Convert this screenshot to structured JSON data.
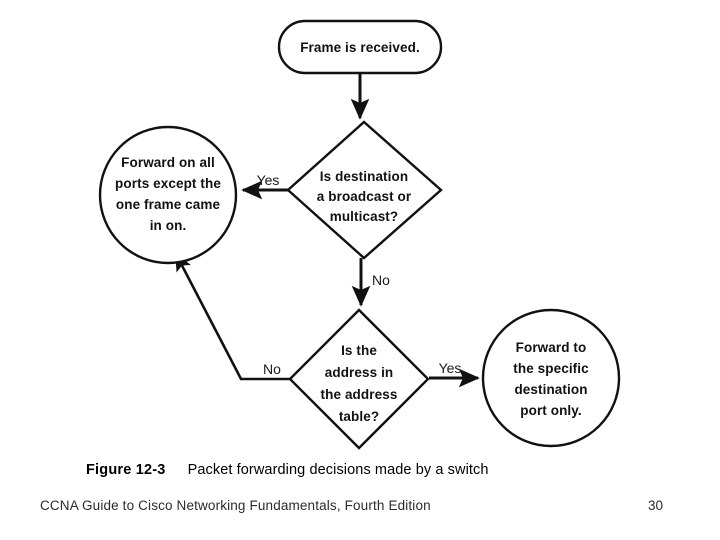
{
  "slide": {
    "background_color": "#ffffff",
    "ink_color": "#111111"
  },
  "figure": {
    "caption_label": "Figure 12-3",
    "caption_text": "Packet forwarding decisions made by a switch",
    "nodes": {
      "start": {
        "shape": "rounded-rectangle",
        "lines": [
          "Frame is received."
        ]
      },
      "decision_broadcast": {
        "shape": "diamond",
        "lines": [
          "Is destination",
          "a broadcast or",
          "multicast?"
        ]
      },
      "decision_address_table": {
        "shape": "diamond",
        "lines": [
          "Is the",
          "address in",
          "the address",
          "table?"
        ]
      },
      "action_flood": {
        "shape": "circle",
        "lines": [
          "Forward on all",
          "ports except the",
          "one frame came",
          "in on."
        ]
      },
      "action_forward": {
        "shape": "circle",
        "lines": [
          "Forward to",
          "the specific",
          "destination",
          "port only."
        ]
      }
    },
    "branch_labels": {
      "broadcast_yes": "Yes",
      "broadcast_no": "No",
      "table_no": "No",
      "table_yes": "Yes"
    }
  },
  "footer": {
    "title": "CCNA Guide to Cisco Networking Fundamentals, Fourth Edition",
    "page_number": "30"
  }
}
